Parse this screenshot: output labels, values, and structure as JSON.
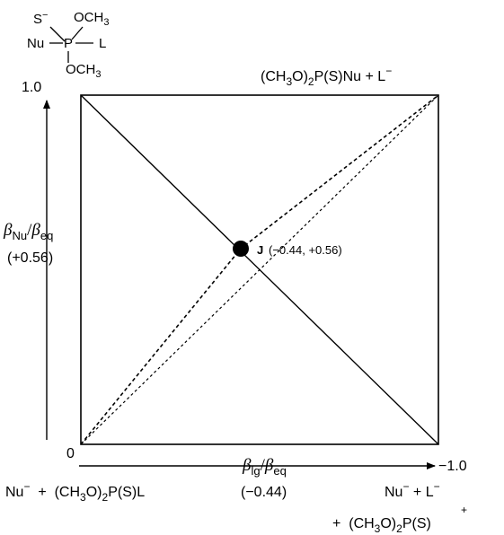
{
  "structure": {
    "S": "S",
    "minus": "−",
    "Nu": "Nu",
    "P": "P",
    "L": "L",
    "OCH": "OCH",
    "sub3": "3"
  },
  "labels": {
    "y_top": "1.0",
    "origin": "0",
    "x_right": "−1.0",
    "top_right_product": {
      "part1": "(CH",
      "sub3": "3",
      "part2": "O)",
      "sub2": "2",
      "part3": "P(S)Nu + L",
      "sup": "−"
    },
    "y_axis": {
      "beta": "β",
      "sub_nu": "Nu",
      "slash": "/",
      "beta2": "β",
      "sub_eq": "eq",
      "value": "(+0.56)"
    },
    "x_axis": {
      "beta": "β",
      "sub_lg": "lg",
      "slash": "/",
      "beta2": "β",
      "sub_eq": "eq",
      "value": "(−0.44)"
    },
    "point": {
      "name": "J",
      "coords": "(−0.44, +0.56)"
    },
    "bottom_left_reactants": {
      "part1": "Nu",
      "sup": "−",
      "part2": "  +  (CH",
      "sub3": "3",
      "part3": "O)",
      "sub2": "2",
      "part4": "P(S)L"
    },
    "bottom_right_intermediate_line1": {
      "part1": "Nu",
      "sup1": "−",
      "part2": " + L",
      "sup2": "−"
    },
    "bottom_right_intermediate_line2": {
      "part1": "+  (CH",
      "sub3": "3",
      "part2": "O)",
      "sub2": "2",
      "part3": "P",
      "plus": "+",
      "part4": "(S)"
    }
  },
  "point_J": {
    "beta_lg": -0.44,
    "beta_nu": 0.56
  }
}
